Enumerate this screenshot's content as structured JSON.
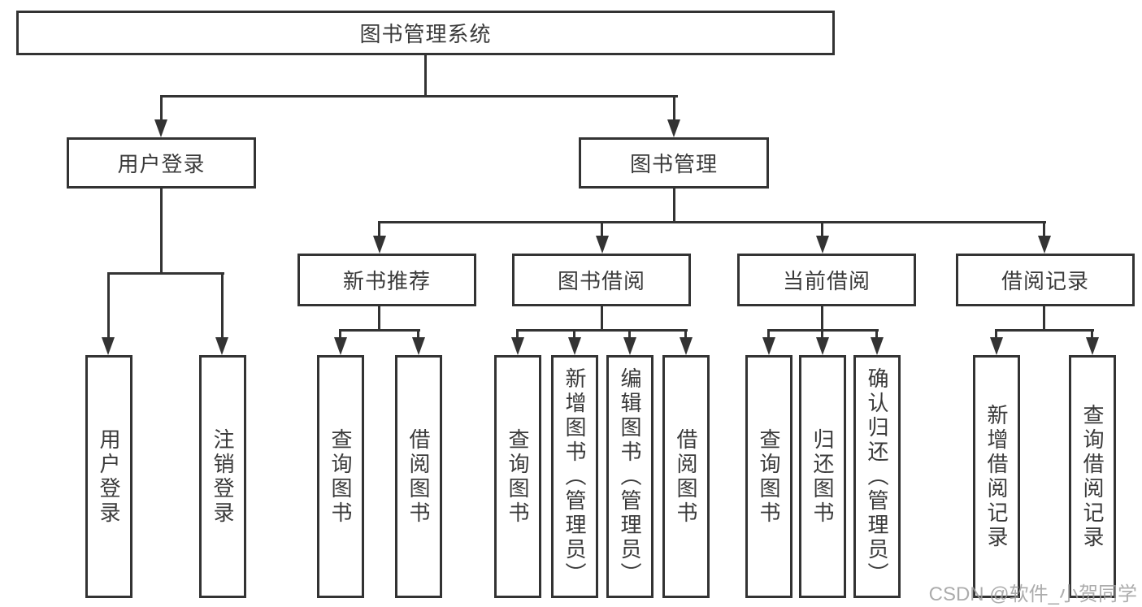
{
  "diagram": {
    "root": {
      "label": "图书管理系统"
    },
    "level2": [
      {
        "label": "用户登录"
      },
      {
        "label": "图书管理"
      }
    ],
    "level3": [
      {
        "label": "新书推荐"
      },
      {
        "label": "图书借阅"
      },
      {
        "label": "当前借阅"
      },
      {
        "label": "借阅记录"
      }
    ],
    "leaves": [
      {
        "label": "用户登录"
      },
      {
        "label": "注销登录"
      },
      {
        "label": "查询图书"
      },
      {
        "label": "借阅图书"
      },
      {
        "label": "查询图书"
      },
      {
        "label": "新增图书（管理员）"
      },
      {
        "label": "编辑图书（管理员）"
      },
      {
        "label": "借阅图书"
      },
      {
        "label": "查询图书"
      },
      {
        "label": "归还图书"
      },
      {
        "label": "确认归还（管理员）"
      },
      {
        "label": "新增借阅记录"
      },
      {
        "label": "查询借阅记录"
      }
    ]
  },
  "watermark": {
    "text": "CSDN @软件_小贺同学"
  },
  "colors": {
    "line": "#333333",
    "text": "#3a3a3a",
    "background": "#ffffff",
    "watermark": "#9e9e9e"
  }
}
